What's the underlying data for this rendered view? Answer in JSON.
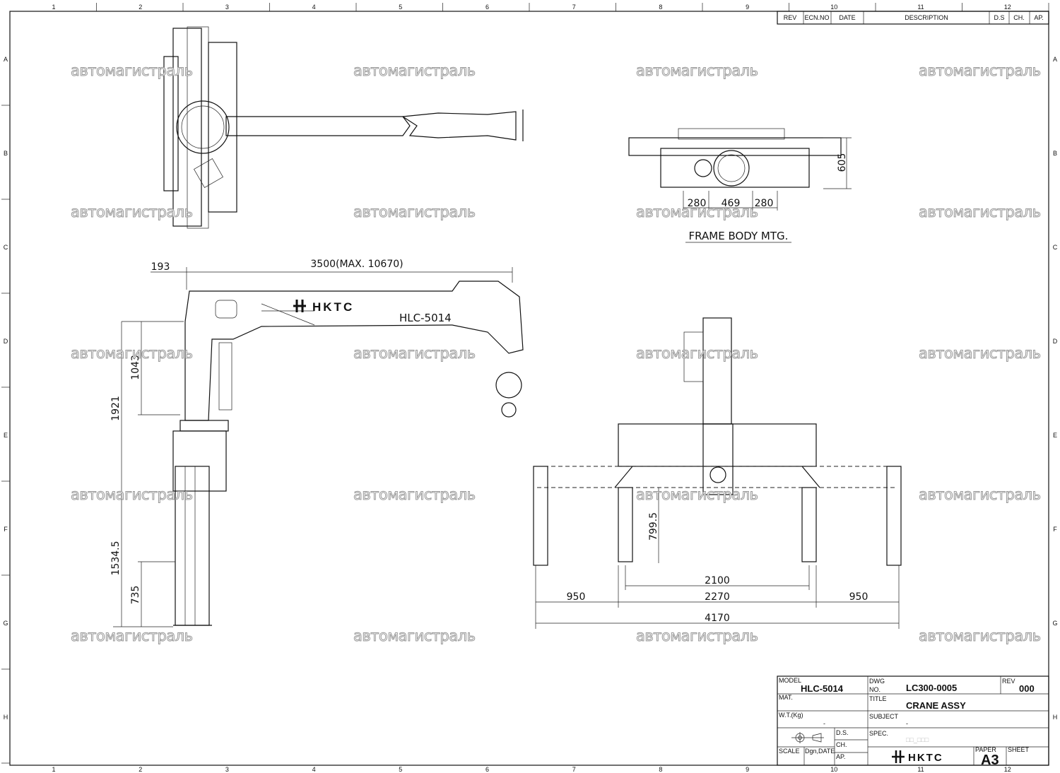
{
  "border": {
    "columns": [
      "1",
      "2",
      "3",
      "4",
      "5",
      "6",
      "7",
      "8",
      "9",
      "10",
      "11",
      "12"
    ],
    "rows": [
      "A",
      "B",
      "C",
      "D",
      "E",
      "F",
      "G",
      "H"
    ]
  },
  "revision_block": {
    "headers": [
      "REV",
      "ECN.NO",
      "DATE",
      "DESCRIPTION",
      "D.S",
      "CH.",
      "AP."
    ]
  },
  "watermark": "автомагистраль",
  "top_view": {},
  "frame_body": {
    "label": "FRAME BODY MTG.",
    "dims": [
      "280",
      "469",
      "280",
      "605"
    ]
  },
  "side_view": {
    "boom_brand": "HKTC",
    "boom_model": "HLC-5014",
    "dims": {
      "offset": "193",
      "reach": "3500(MAX. 10670)",
      "h1": "1043",
      "h2": "1921",
      "h3": "1534.5",
      "h4": "735"
    }
  },
  "front_view": {
    "dims": {
      "height": "799.5",
      "inner": "2100",
      "mid": "2270",
      "left": "950",
      "right": "950",
      "total": "4170"
    }
  },
  "title_block": {
    "model_label": "MODEL",
    "model": "HLC-5014",
    "dwg_label_1": "DWG",
    "dwg_label_2": "NO.",
    "dwg_no": "LC300-0005",
    "rev_label": "REV",
    "rev": "000",
    "mat_label": "MAT.",
    "title_label": "TITLE",
    "title": "CRANE ASSY",
    "wt_label": "W.T.(Kg)",
    "wt": "-",
    "subject_label": "SUBJECT",
    "subject": "-",
    "ds_label": "D.S.",
    "ch_label": "CH.",
    "ap_label": "AP.",
    "spec_label": "SPEC.",
    "spec": "□□_□□□",
    "scale_label": "SCALE",
    "dgn_label": "Dgn,DATE",
    "logo": "HKTC",
    "paper_label": "PAPER",
    "paper": "A3",
    "sheet_label": "SHEET"
  }
}
